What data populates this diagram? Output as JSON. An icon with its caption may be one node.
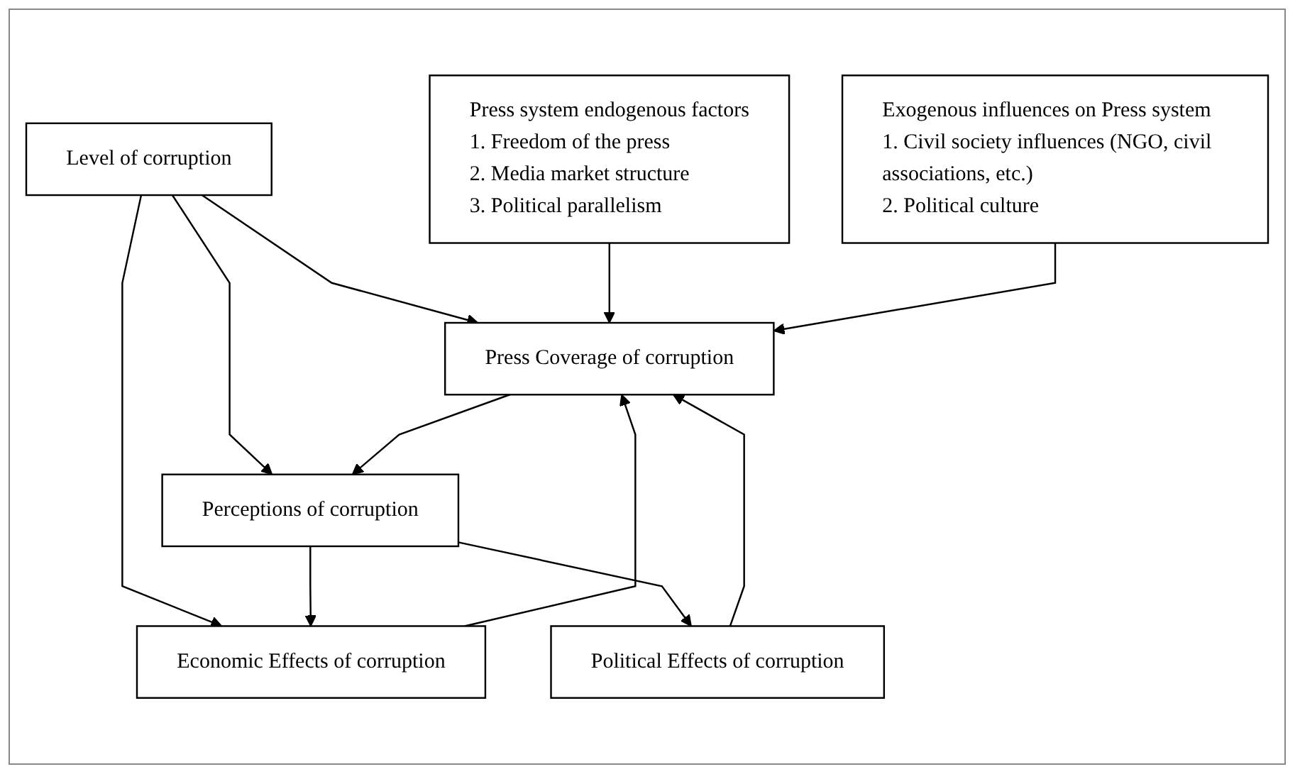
{
  "diagram": {
    "nodes": [
      {
        "text": [
          "Press system endogenous factors",
          "1. Freedom of the press",
          "2. Media market structure",
          "3. Political parallelism"
        ]
      },
      {
        "text": [
          "Level of corruption"
        ]
      },
      {
        "text": [
          "Press Coverage of corruption"
        ]
      },
      {
        "text": [
          "Exogenous influences on Press system",
          "1. Civil society influences (NGO, civil associations, etc.)",
          "2. Political culture"
        ]
      },
      {
        "text": [
          "Perceptions of corruption"
        ]
      },
      {
        "text": [
          "Economic Effects of corruption"
        ]
      },
      {
        "text": [
          "Political Effects of corruption"
        ]
      }
    ],
    "edges": [
      {
        "from": 1,
        "to": 2,
        "arrow": "to"
      },
      {
        "from": 1,
        "to": 4,
        "arrow": "to"
      },
      {
        "from": 1,
        "to": 5,
        "arrow": "to"
      },
      {
        "from": 0,
        "to": 2,
        "arrow": "to"
      },
      {
        "from": 3,
        "to": 2,
        "arrow": "to"
      },
      {
        "from": 2,
        "to": 4,
        "arrow": "to"
      },
      {
        "from": 4,
        "to": 5,
        "arrow": "to"
      },
      {
        "from": 4,
        "to": 6,
        "arrow": "to"
      },
      {
        "from": 5,
        "to": 2,
        "arrow": "to"
      },
      {
        "from": 6,
        "to": 2,
        "arrow": "to"
      }
    ]
  }
}
